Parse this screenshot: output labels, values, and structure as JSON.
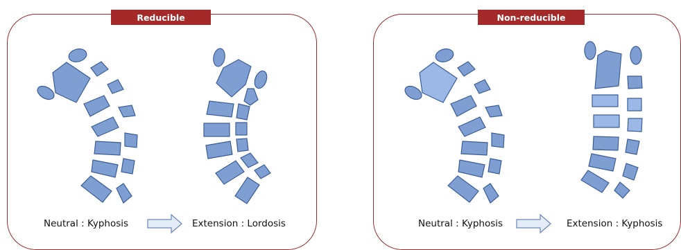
{
  "panels": {
    "left": {
      "title": "Reducible",
      "neutral_label": "Neutral : Kyphosis",
      "extension_label": "Extension : Lordosis"
    },
    "right": {
      "title": "Non-reducible",
      "neutral_label": "Neutral : Kyphosis",
      "extension_label": "Extension : Kyphosis"
    }
  },
  "colors": {
    "frame": "#9b2a2a",
    "badge": "#a42a2a",
    "bone_fill": "#7f9fd3",
    "bone_stroke": "#3a5d98",
    "arrow_fill": "#e4ecf7"
  }
}
